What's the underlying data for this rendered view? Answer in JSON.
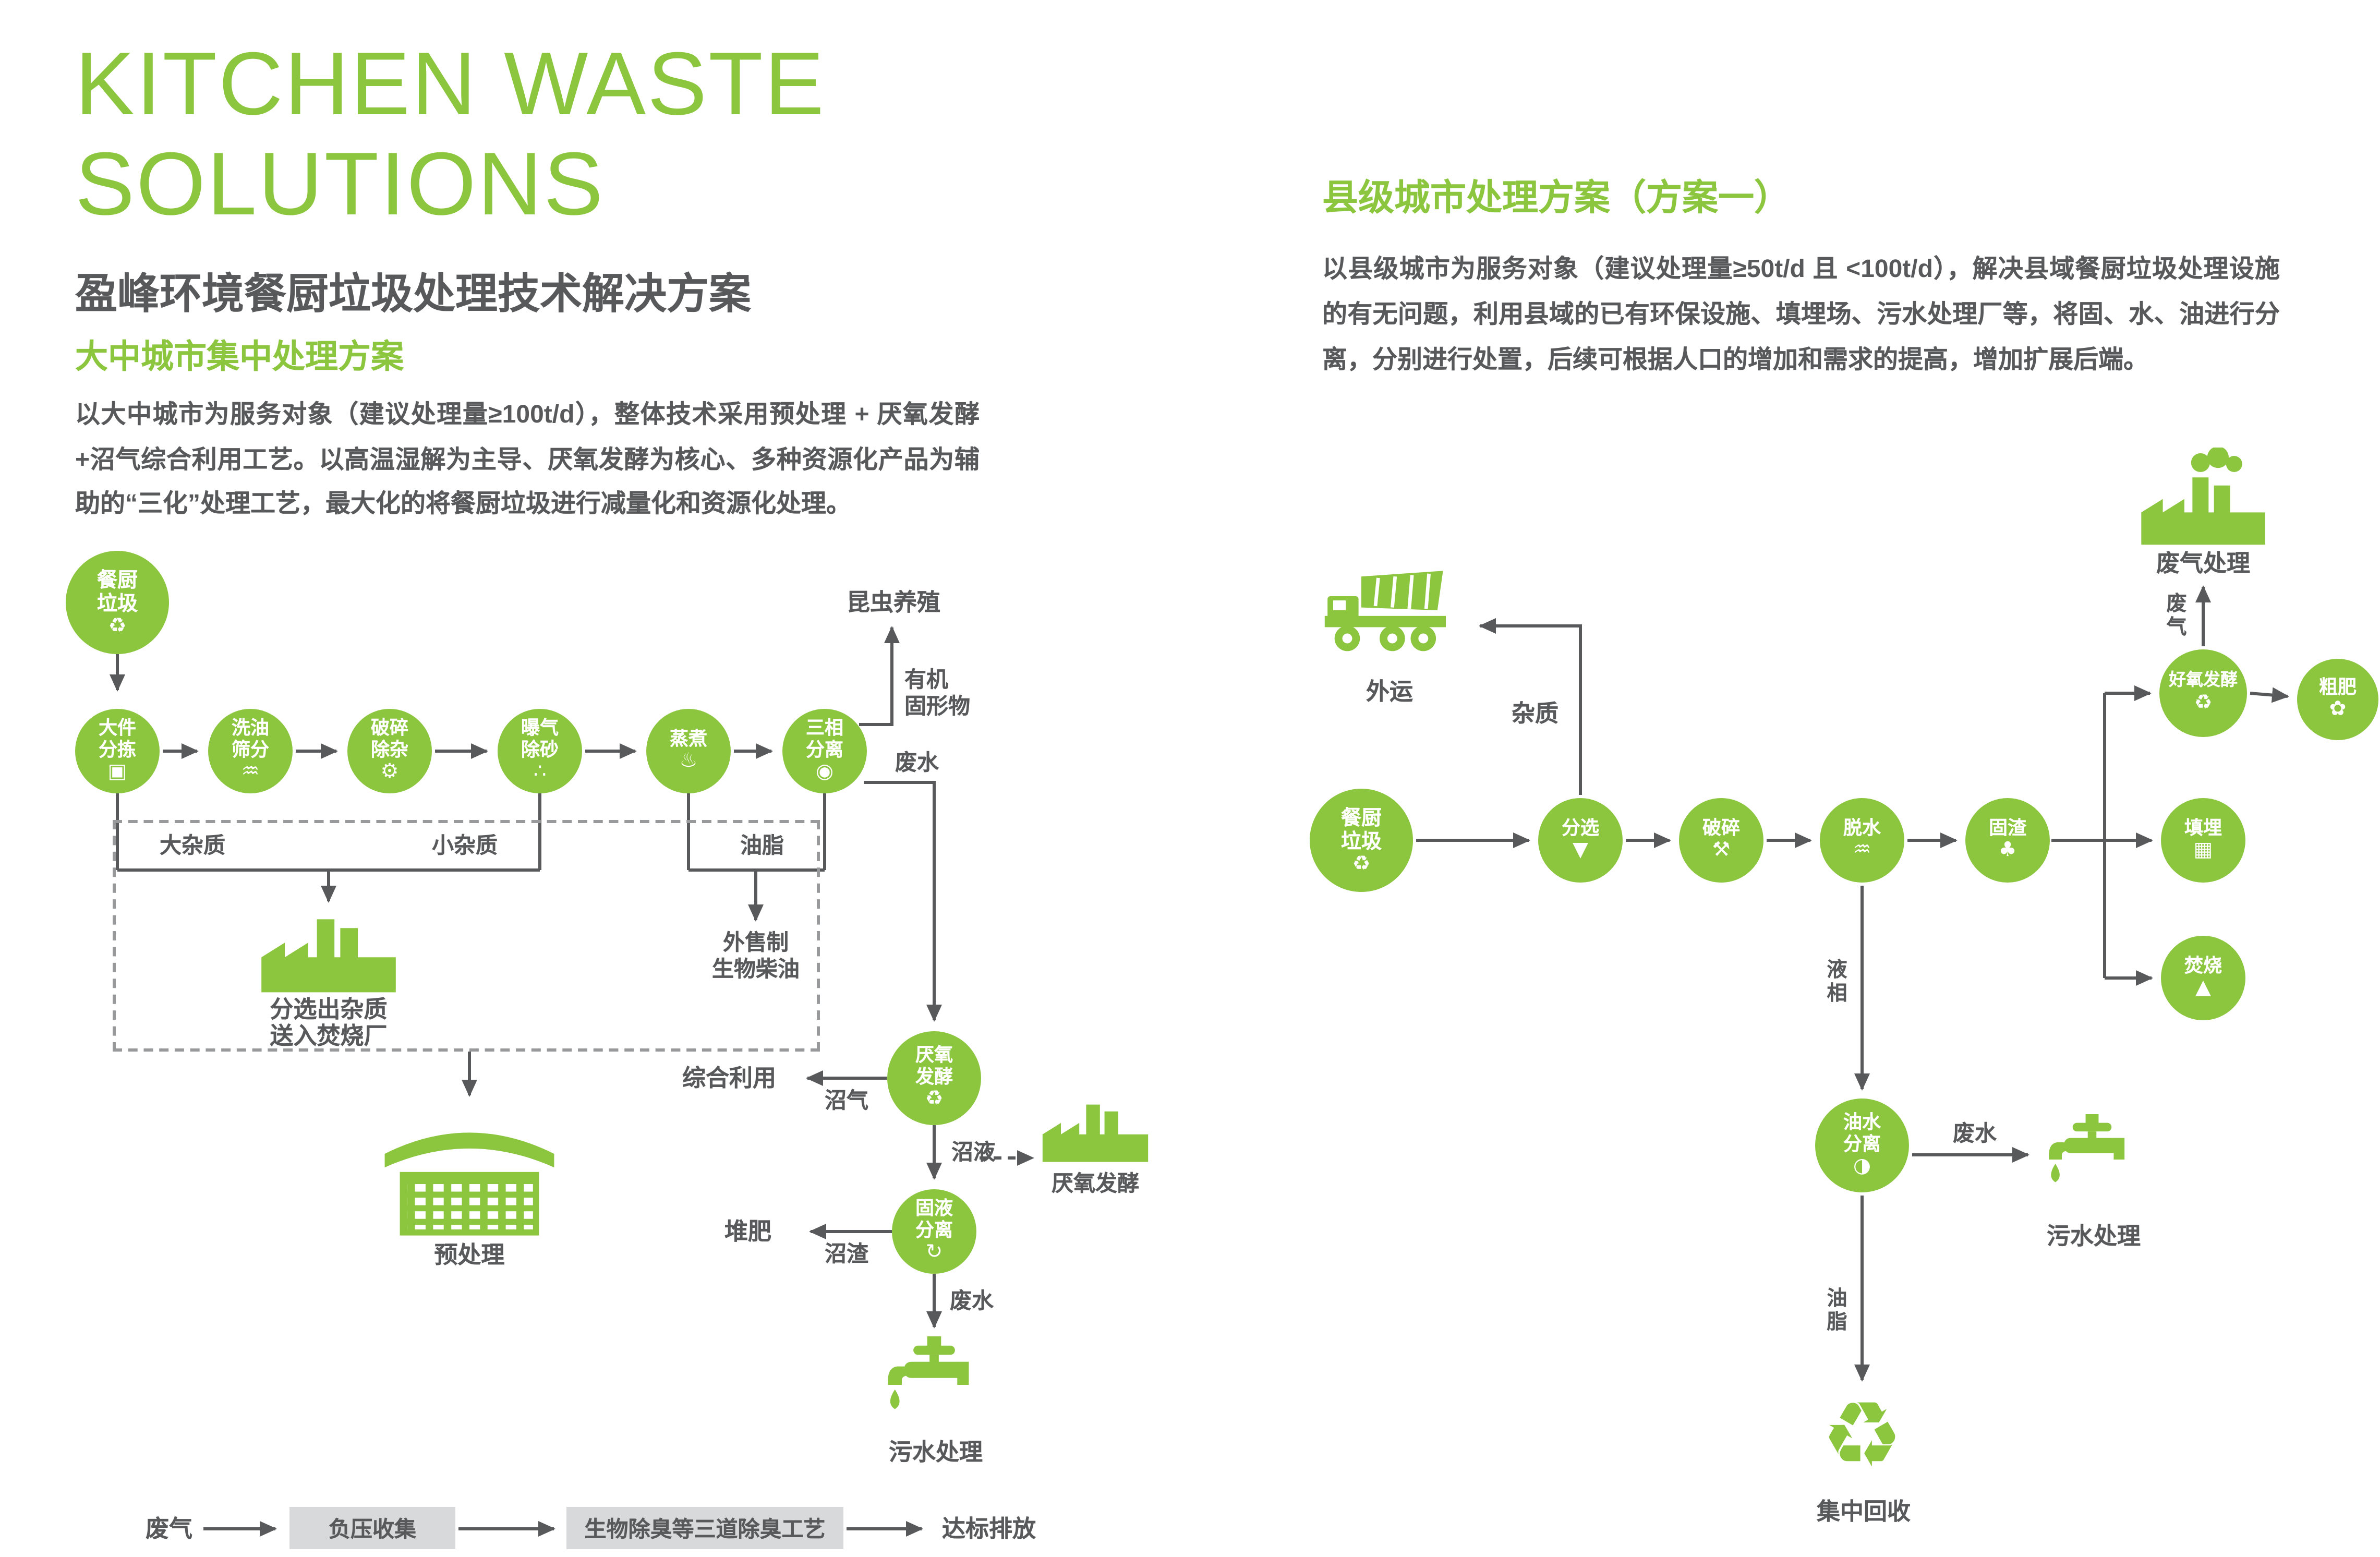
{
  "colors": {
    "green": "#8CC63F",
    "dark": "#58595B",
    "gray_box": "#D8D9DA"
  },
  "header": {
    "title_line1": "KITCHEN WASTE",
    "title_line2": "SOLUTIONS",
    "subtitle": "盈峰环境餐厨垃圾处理技术解决方案"
  },
  "left": {
    "section_title": "大中城市集中处理方案",
    "paragraph": "以大中城市为服务对象（建议处理量≥100t/d），整体技术采用预处理 + 厌氧发酵+沼气综合利用工艺。以高温湿解为主导、厌氧发酵为核心、多种资源化产品为辅助的“三化”处理工艺，最大化的将餐厨垃圾进行减量化和资源化处理。",
    "nodes": {
      "source": {
        "label": "餐厨\n垃圾",
        "icon": "recycle"
      },
      "bulky_sorting": {
        "label": "大件\n分拣",
        "icon": "box"
      },
      "oil_washing": {
        "label": "洗油\n筛分",
        "icon": "waves"
      },
      "crushing": {
        "label": "破碎\n除杂",
        "icon": "gear"
      },
      "aeration": {
        "label": "曝气\n除砂",
        "icon": "bubbles"
      },
      "cooking": {
        "label": "蒸煮",
        "icon": "steam"
      },
      "three_phase": {
        "label": "三相\n分离",
        "icon": "droplet"
      },
      "anaerobic": {
        "label": "厌氧\n发酵",
        "icon": "recycle"
      },
      "solid_liquid": {
        "label": "固液\n分离",
        "icon": "cycle"
      }
    },
    "labels": {
      "insect_breeding": "昆虫养殖",
      "organic_solids": "有机\n固形物",
      "wastewater_1": "废水",
      "large_impurities": "大杂质",
      "small_impurities": "小杂质",
      "grease": "油脂",
      "impurities_to_incineration": "分选出杂质\n送入焚烧厂",
      "biodiesel": "外售制\n生物柴油",
      "pretreatment": "预处理",
      "comprehensive_use": "综合利用",
      "biogas": "沼气",
      "biogas_slurry": "沼液",
      "anaerobic_plant": "厌氧发酵",
      "composting": "堆肥",
      "biogas_residue": "沼渣",
      "wastewater_2": "废水",
      "sewage_treatment": "污水处理"
    },
    "deodorize_flow": {
      "waste_gas": "废气",
      "negative_pressure": "负压收集",
      "bio_deodorization": "生物除臭等三道除臭工艺",
      "standard_emission": "达标排放"
    }
  },
  "right": {
    "section_title": "县级城市处理方案（方案一）",
    "paragraph": "以县级城市为服务对象（建议处理量≥50t/d 且 <100t/d），解决县域餐厨垃圾处理设施的有无问题，利用县域的已有环保设施、填埋场、污水处理厂等，将固、水、油进行分离，分别进行处置，后续可根据人口的增加和需求的提高，增加扩展后端。",
    "nodes": {
      "source": {
        "label": "餐厨\n垃圾",
        "icon": "recycle"
      },
      "sorting": {
        "label": "分选",
        "icon": "funnel"
      },
      "crushing": {
        "label": "破碎",
        "icon": "hammer"
      },
      "dewatering": {
        "label": "脱水",
        "icon": "waves"
      },
      "solid_residue": {
        "label": "固渣",
        "icon": "tree"
      },
      "aerobic": {
        "label": "好氧发酵",
        "icon": "recycle"
      },
      "coarse_fertilizer": {
        "label": "粗肥",
        "icon": "sprout"
      },
      "landfill": {
        "label": "填埋",
        "icon": "grid"
      },
      "incineration": {
        "label": "焚烧",
        "icon": "flame"
      },
      "oil_water": {
        "label": "油水\n分离",
        "icon": "phase"
      }
    },
    "labels": {
      "outbound": "外运",
      "impurities": "杂质",
      "waste_gas": "废\n气",
      "waste_gas_treatment": "废气处理",
      "liquid_phase": "液\n相",
      "wastewater": "废水",
      "sewage_treatment": "污水处理",
      "grease": "油\n脂",
      "central_recycling": "集中回收"
    }
  }
}
